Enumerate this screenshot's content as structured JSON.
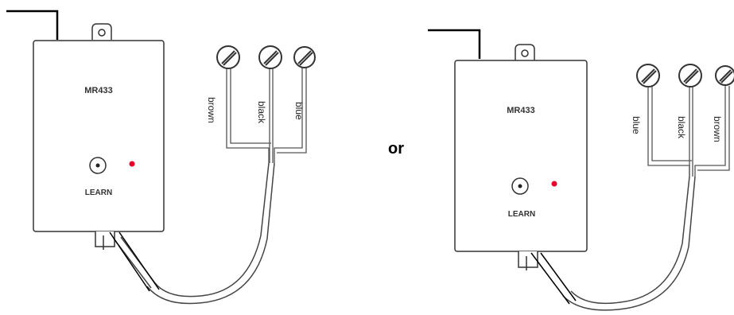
{
  "separator": "or",
  "left": {
    "device_label": "MR433",
    "button_label": "LEARN",
    "wires": [
      "brown",
      "black",
      "blue"
    ]
  },
  "right": {
    "device_label": "MR433",
    "button_label": "LEARN",
    "wires": [
      "blue",
      "black",
      "brown"
    ]
  },
  "colors": {
    "led": "#e8002a",
    "outline": "#333333",
    "housing": "#ffffff"
  }
}
